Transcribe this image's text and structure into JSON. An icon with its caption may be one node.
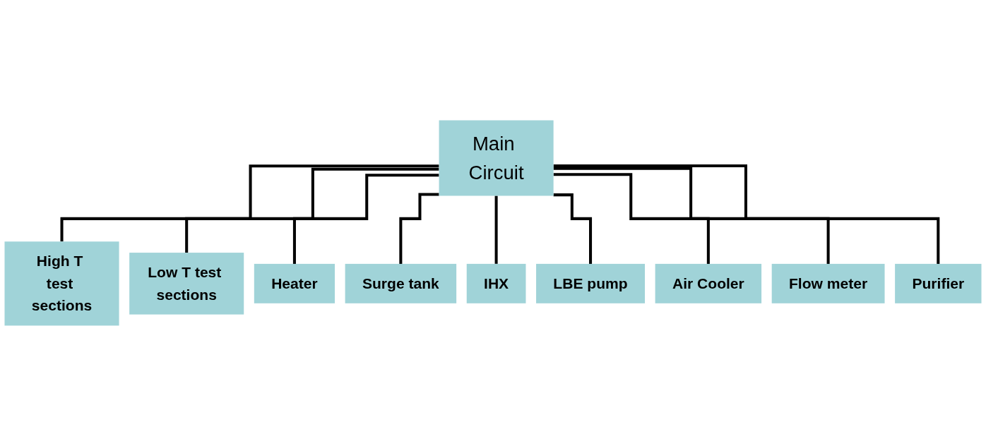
{
  "diagram": {
    "nodes": [
      {
        "text": [
          "Main Circuit"
        ]
      },
      {
        "text": [
          "High T test sections"
        ]
      },
      {
        "text": [
          "Low T test sections"
        ]
      },
      {
        "text": [
          "Heater"
        ]
      },
      {
        "text": [
          "Surge tank"
        ]
      },
      {
        "text": [
          "IHX"
        ]
      },
      {
        "text": [
          "LBE pump"
        ]
      },
      {
        "text": [
          "Air Cooler"
        ]
      },
      {
        "text": [
          "Flow meter"
        ]
      },
      {
        "text": [
          "Purifier"
        ]
      }
    ],
    "edges": [
      {
        "from": 0,
        "to": 1,
        "arrow": "none"
      },
      {
        "from": 0,
        "to": 2,
        "arrow": "none"
      },
      {
        "from": 0,
        "to": 3,
        "arrow": "none"
      },
      {
        "from": 0,
        "to": 4,
        "arrow": "none"
      },
      {
        "from": 0,
        "to": 5,
        "arrow": "none"
      },
      {
        "from": 0,
        "to": 6,
        "arrow": "none"
      },
      {
        "from": 0,
        "to": 7,
        "arrow": "none"
      },
      {
        "from": 0,
        "to": 8,
        "arrow": "none"
      },
      {
        "from": 0,
        "to": 9,
        "arrow": "none"
      }
    ]
  }
}
